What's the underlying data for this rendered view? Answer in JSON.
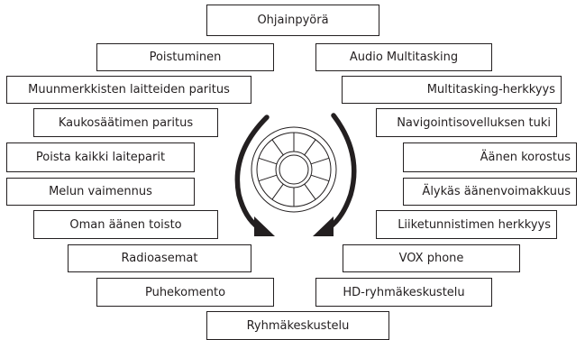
{
  "top": "Ohjainpyörä",
  "bottom": "Ryhmäkeskustelu",
  "left_items": [
    "Poistuminen",
    "Muunmerkkisten laitteiden paritus",
    "Kaukosäätimen paritus",
    "Poista kaikki laiteparit",
    "Melun vaimennus",
    "Oman äänen toisto",
    "Radioasemat",
    "Puhekomento"
  ],
  "right_items": [
    "Audio Multitasking",
    "Multitasking-herkkyys",
    "Navigointisovelluksen tuki",
    "Äänen korostus",
    "Älykäs äänenvoimakkuus",
    "Liiketunnistimen herkkyys",
    "VOX phone",
    "HD-ryhmäkeskustelu"
  ],
  "wheel_icon": "jog-dial-wheel-icon",
  "arrows": [
    "rotate-counterclockwise-arrow-icon",
    "rotate-clockwise-arrow-icon"
  ],
  "colors": {
    "line": "#231f20",
    "background": "#ffffff"
  }
}
